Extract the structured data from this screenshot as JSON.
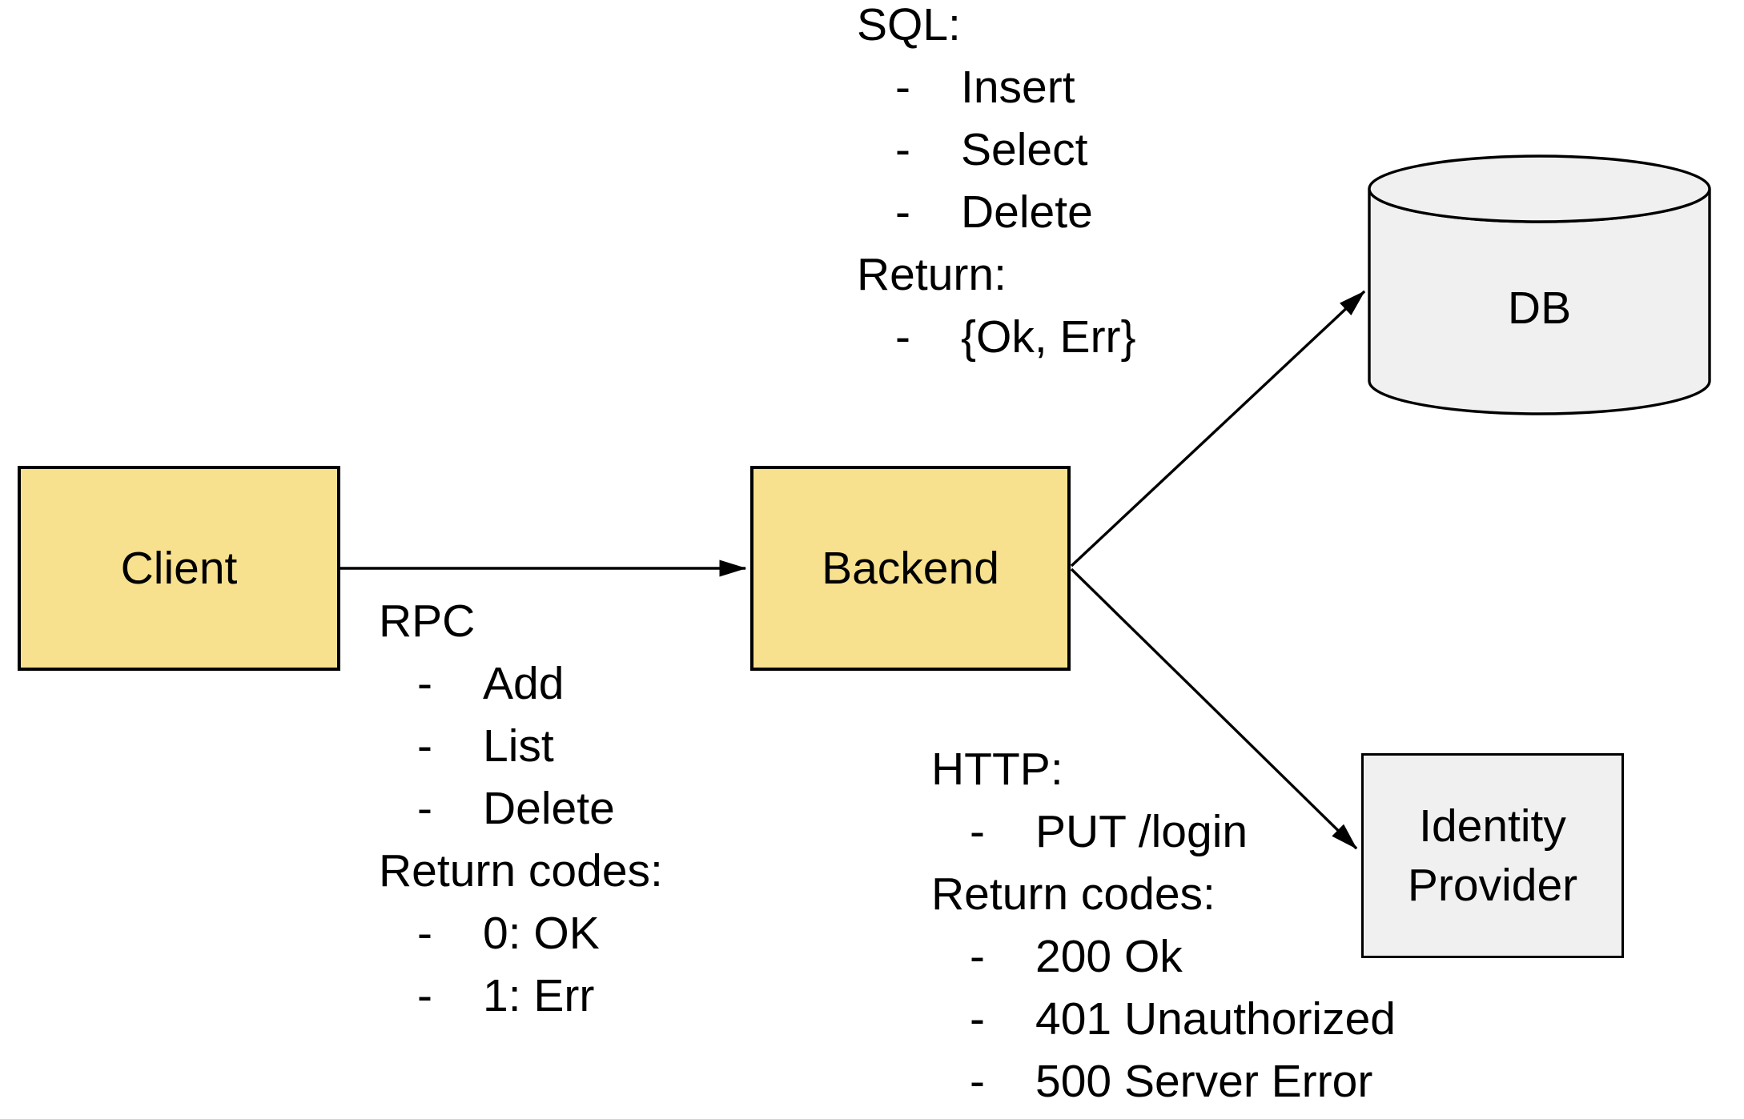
{
  "nodes": {
    "client": "Client",
    "backend": "Backend",
    "db": "DB",
    "identity_provider": "Identity Provider"
  },
  "bullets": {
    "dash": "-"
  },
  "annotations": {
    "rpc": {
      "title": "RPC",
      "items": [
        "Add",
        "List",
        "Delete"
      ],
      "return_title": "Return codes:",
      "return_items": [
        "0: OK",
        "1: Err"
      ]
    },
    "sql": {
      "title": "SQL:",
      "items": [
        "Insert",
        "Select",
        "Delete"
      ],
      "return_title": "Return:",
      "return_items": [
        "{Ok, Err}"
      ]
    },
    "http": {
      "title": "HTTP:",
      "items": [
        "PUT /login"
      ],
      "return_title": "Return codes:",
      "return_items": [
        "200 Ok",
        "401 Unauthorized",
        "500 Server Error"
      ]
    }
  },
  "colors": {
    "node_fill": "#f7e18f",
    "store_fill": "#f0f0f0",
    "stroke": "#000000",
    "background": "#ffffff",
    "text": "#000000"
  }
}
